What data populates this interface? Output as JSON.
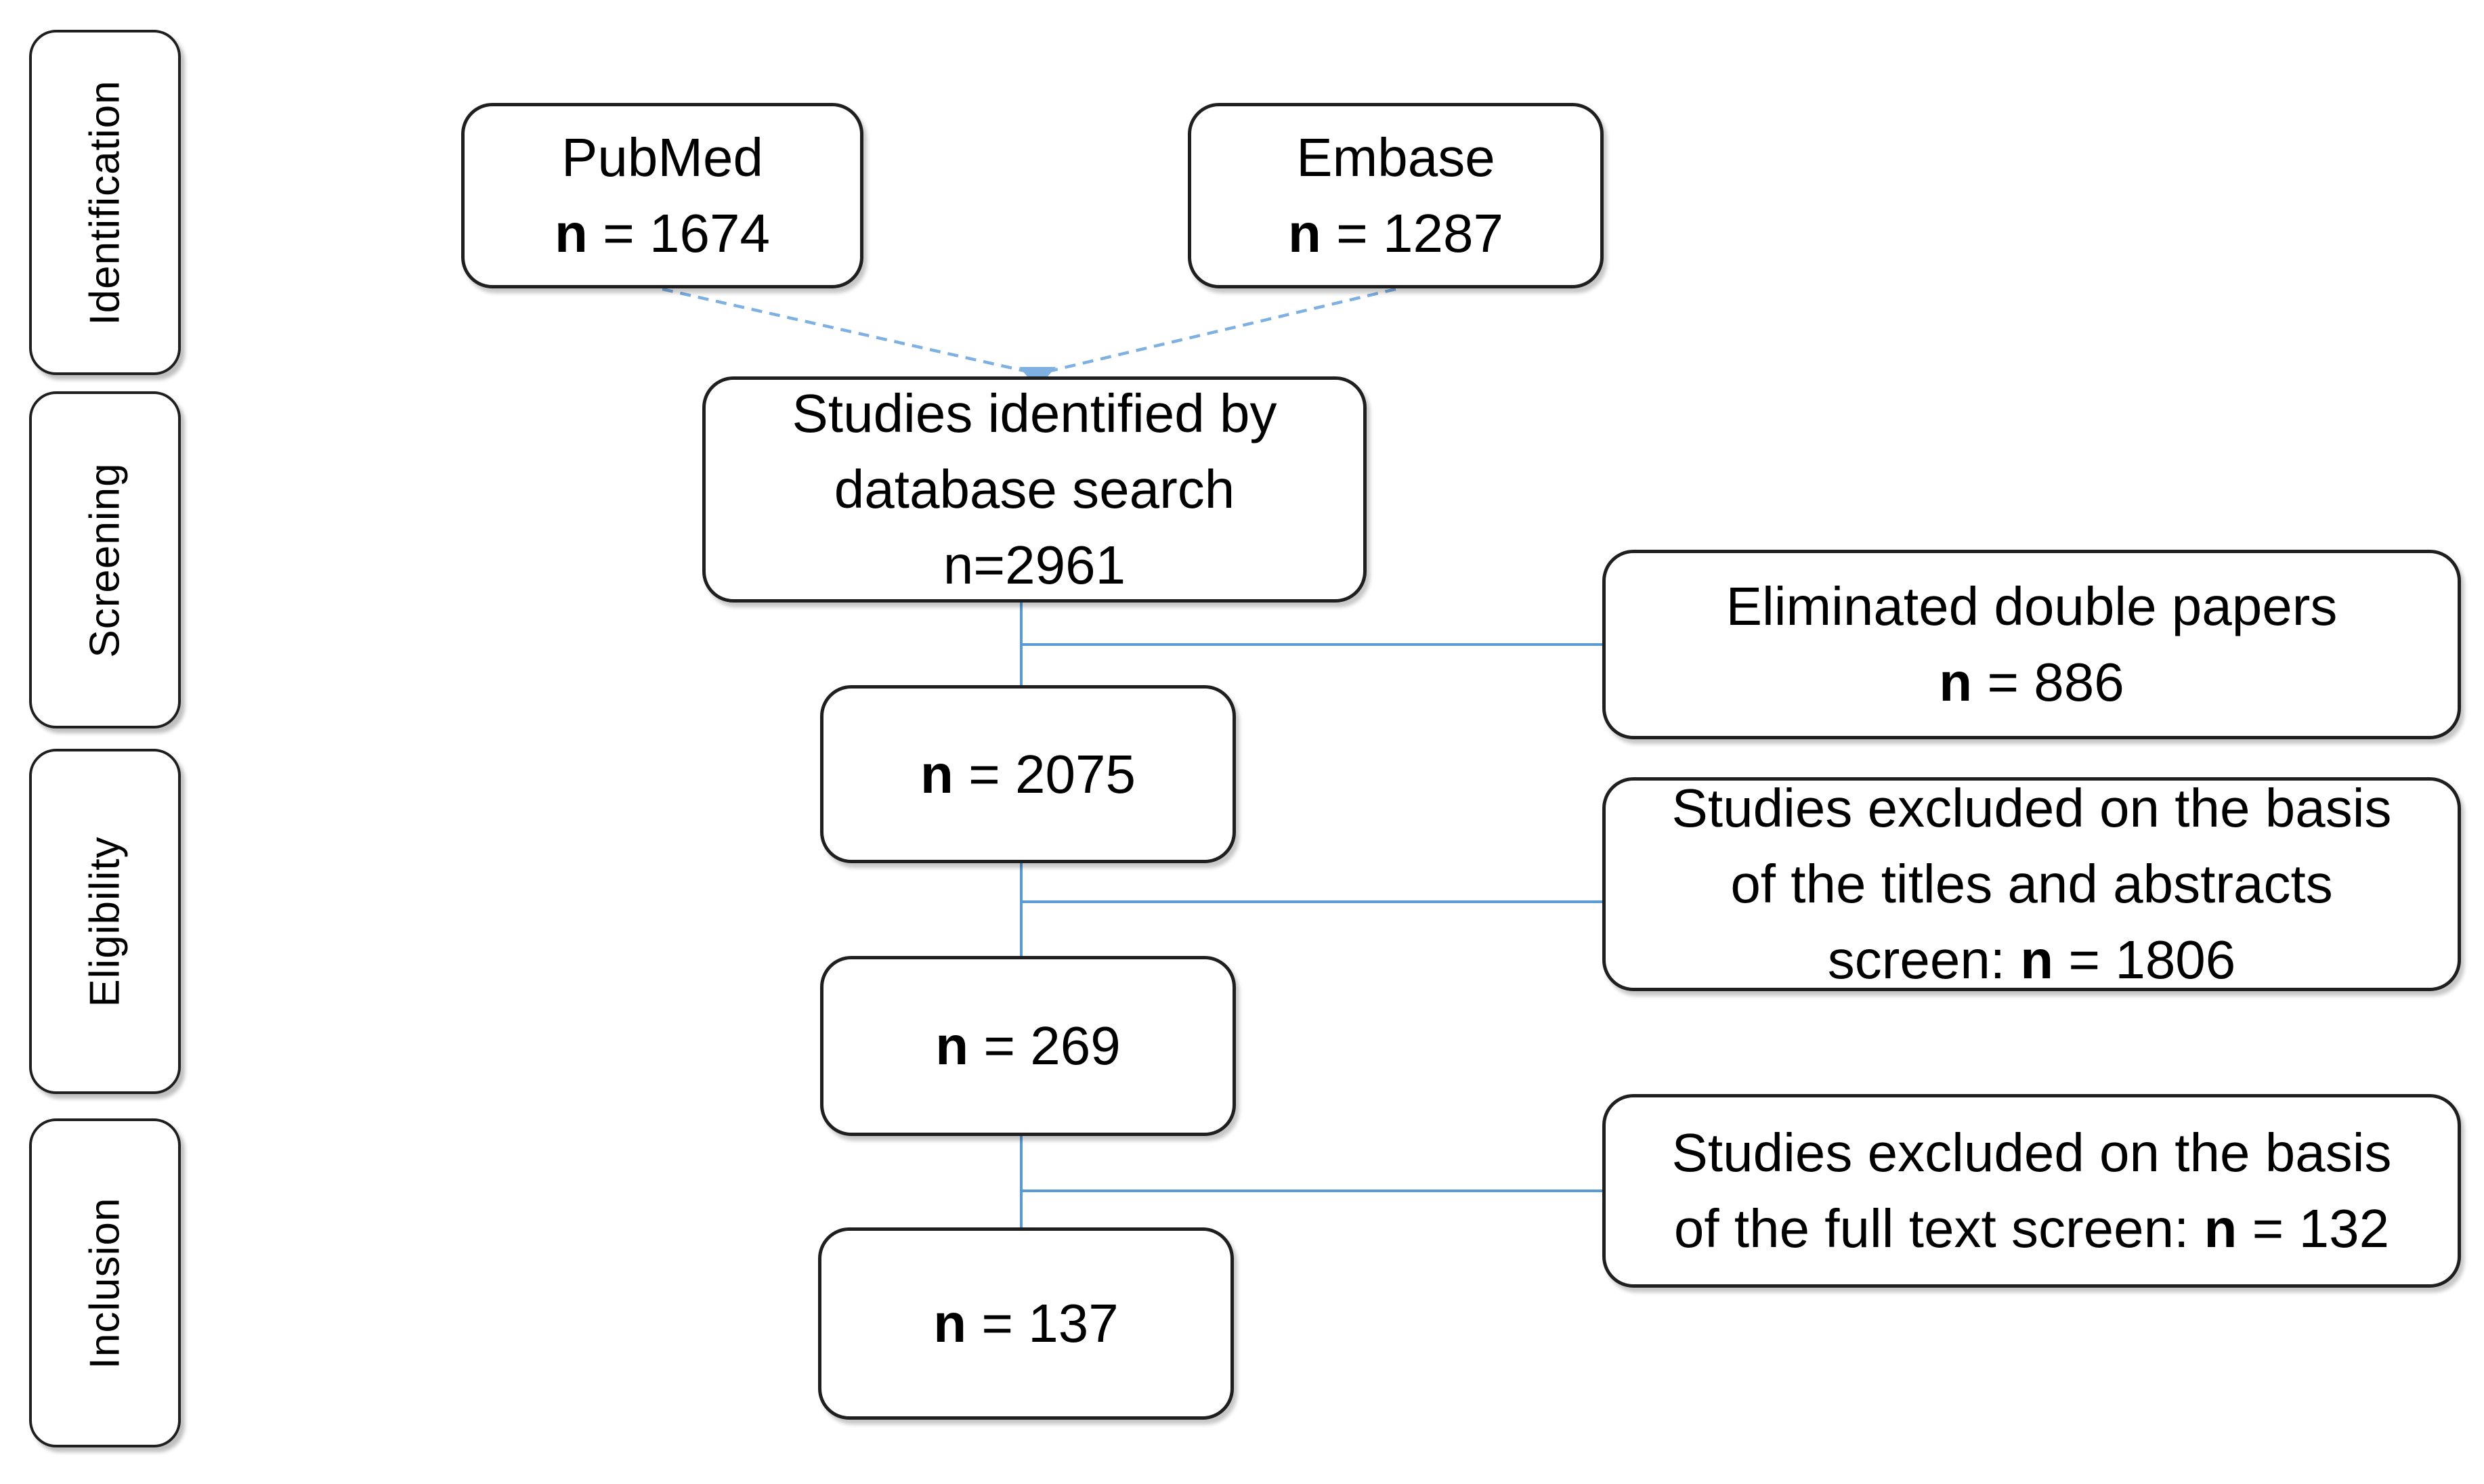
{
  "colors": {
    "line_blue": "#5B9BD5",
    "dash_blue": "#7EB0E2",
    "border_dark": "#1f1f1f"
  },
  "sidebar": {
    "stages": [
      {
        "label": "Identification"
      },
      {
        "label": "Screening"
      },
      {
        "label": "Eligibility"
      },
      {
        "label": "Inclusion"
      }
    ]
  },
  "flow": {
    "pubmed": {
      "title": "PubMed",
      "n_label": "n",
      "n_value": "= 1674"
    },
    "embase": {
      "title": "Embase",
      "n_label": "n",
      "n_value": "= 1287"
    },
    "identified": {
      "line1": "Studies identified by",
      "line2": "database search",
      "line3": "n=2961"
    },
    "eliminated": {
      "line1": "Eliminated double papers",
      "n_label": "n",
      "n_value": "= 886"
    },
    "screened": {
      "n_label": "n",
      "n_value": "= 2075"
    },
    "excluded_titles": {
      "line1": "Studies excluded on the basis",
      "line2": "of the titles and abstracts",
      "line3_prefix": "screen:",
      "n_label": "n",
      "n_value": "= 1806"
    },
    "eligible": {
      "n_label": "n",
      "n_value": "= 269"
    },
    "excluded_fulltext": {
      "line1": "Studies excluded on the basis",
      "line2_prefix": "of the full text screen:",
      "n_label": "n",
      "n_value": "= 132"
    },
    "included": {
      "n_label": "n",
      "n_value": "= 137"
    }
  }
}
